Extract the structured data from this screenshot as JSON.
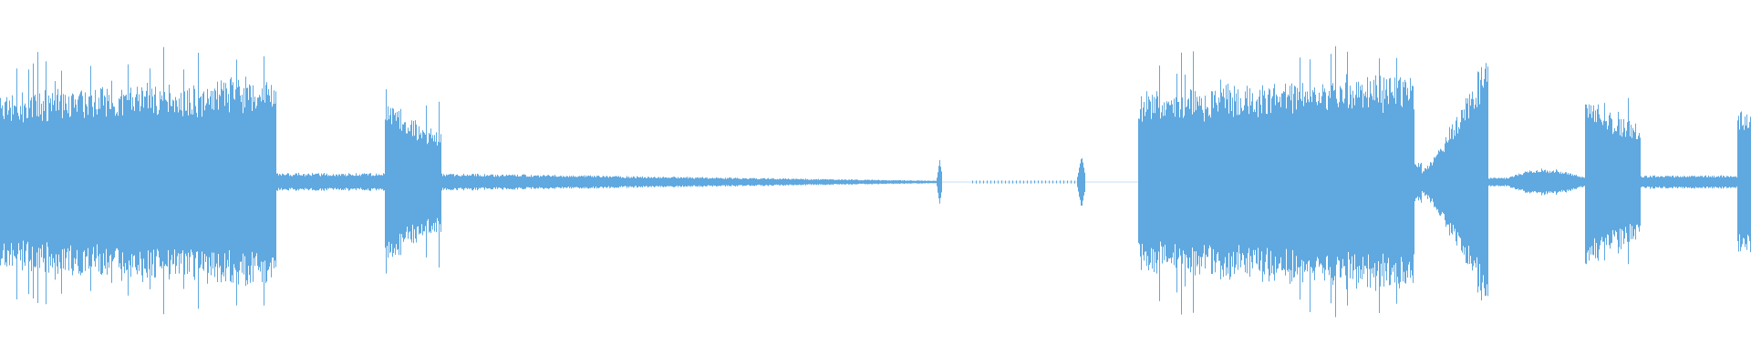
{
  "waveform": {
    "color": "#5fa8e0",
    "background": "#ffffff",
    "segments": [
      {
        "start": 0.0,
        "end": 0.158,
        "kind": "dense",
        "amp": [
          0.22,
          0.26
        ],
        "peak": 0.36
      },
      {
        "start": 0.158,
        "end": 0.22,
        "kind": "sustain",
        "amp": [
          0.02,
          0.02
        ],
        "peak": 0.04
      },
      {
        "start": 0.22,
        "end": 0.252,
        "kind": "dense",
        "amp": [
          0.2,
          0.12
        ],
        "peak": 0.32
      },
      {
        "start": 0.252,
        "end": 0.535,
        "kind": "fade",
        "amp": [
          0.02,
          0.003
        ],
        "peak": 0.01
      },
      {
        "start": 0.535,
        "end": 0.538,
        "kind": "click",
        "amp": [
          0.03,
          0.03
        ],
        "peak": 0.06
      },
      {
        "start": 0.555,
        "end": 0.615,
        "kind": "dots",
        "amp": [
          0.004,
          0.004
        ],
        "peak": 0.005
      },
      {
        "start": 0.615,
        "end": 0.62,
        "kind": "click",
        "amp": [
          0.03,
          0.03
        ],
        "peak": 0.07
      },
      {
        "start": 0.65,
        "end": 0.808,
        "kind": "dense",
        "amp": [
          0.22,
          0.27
        ],
        "peak": 0.38
      },
      {
        "start": 0.808,
        "end": 0.812,
        "kind": "sustain",
        "amp": [
          0.05,
          0.05
        ],
        "peak": 0.06
      },
      {
        "start": 0.812,
        "end": 0.85,
        "kind": "swell",
        "amp": [
          0.03,
          0.33
        ],
        "peak": 0.43
      },
      {
        "start": 0.85,
        "end": 0.86,
        "kind": "sustain",
        "amp": [
          0.01,
          0.01
        ],
        "peak": 0.02
      },
      {
        "start": 0.86,
        "end": 0.905,
        "kind": "bulge",
        "amp": [
          0.01,
          0.03
        ],
        "peak": 0.04
      },
      {
        "start": 0.905,
        "end": 0.937,
        "kind": "dense",
        "amp": [
          0.22,
          0.14
        ],
        "peak": 0.4
      },
      {
        "start": 0.937,
        "end": 0.992,
        "kind": "sustain",
        "amp": [
          0.015,
          0.015
        ],
        "peak": 0.03
      },
      {
        "start": 0.992,
        "end": 1.0,
        "kind": "dense",
        "amp": [
          0.18,
          0.18
        ],
        "peak": 0.28
      }
    ]
  }
}
